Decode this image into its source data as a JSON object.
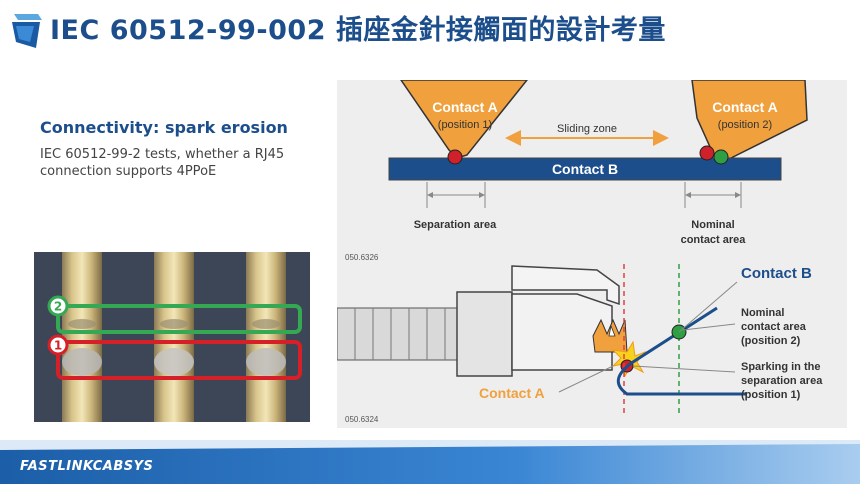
{
  "header": {
    "title": "IEC 60512-99-002 插座金針接觸面的設計考量"
  },
  "left_panel": {
    "heading": "Connectivity: spark erosion",
    "description": "IEC 60512-99-2 tests, whether a RJ45 connection supports 4PPoE"
  },
  "photo": {
    "marker_2": "2",
    "marker_1": "1",
    "colors": {
      "green": "#2ea043",
      "red": "#d0202a"
    }
  },
  "top_diagram": {
    "contact_a_left_title": "Contact A",
    "contact_a_left_position": "(position 1)",
    "contact_a_right_title": "Contact A",
    "contact_a_right_position": "(position 2)",
    "sliding_zone": "Sliding zone",
    "contact_b": "Contact B",
    "separation_area": "Separation area",
    "nominal_line1": "Nominal",
    "nominal_line2": "contact area",
    "figure_code": "050.6326"
  },
  "bottom_diagram": {
    "contact_b": "Contact B",
    "nominal_line1": "Nominal",
    "nominal_line2": "contact area",
    "nominal_line3": "(position 2)",
    "spark_line1": "Sparking in the",
    "spark_line2": "separation area",
    "spark_line3": "(position 1)",
    "contact_a": "Contact A",
    "figure_code": "050.6324"
  },
  "footer": {
    "brand": "FASTLINKCABSYS"
  },
  "colors": {
    "title_blue": "#1d4e8c",
    "contact_orange": "#f0a03c",
    "contact_b_blue": "#1d4e8c",
    "diagram_bg": "#eeeeee",
    "footer_blue": "#1c5ea8"
  }
}
